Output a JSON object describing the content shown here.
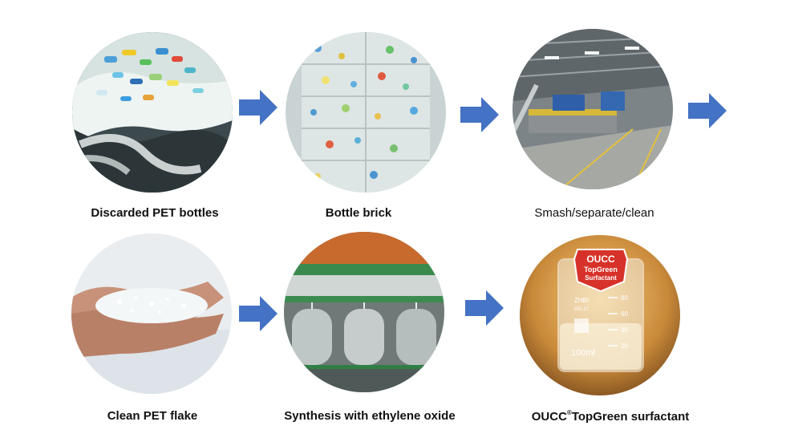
{
  "steps": [
    {
      "label": "Discarded PET bottles",
      "image": "plastic-bottles-in-waves"
    },
    {
      "label": "Bottle brick",
      "image": "compressed-bottle-bale"
    },
    {
      "label": "Smash/separate/clean",
      "image": "recycling-factory-interior"
    },
    {
      "label": "Clean PET flake",
      "image": "hands-holding-flakes"
    },
    {
      "label": "Synthesis with ethylene oxide",
      "image": "chemical-reactor-tanks"
    },
    {
      "label_prefix": "OUCC",
      "label_sup": "®",
      "label_suffix": "TopGreen surfactant",
      "image": "beaker-with-logo"
    }
  ],
  "beaker": {
    "logo_line1": "OUCC",
    "logo_line2": "TopGreen",
    "logo_line3": "Surfactant",
    "brand": "ZHBI",
    "model": "GG-17",
    "volume": "100ml",
    "tick_80": "80",
    "tick_60": "60",
    "tick_40": "40",
    "tick_20": "20"
  },
  "colors": {
    "arrow": "#4472C4",
    "text": "#111111"
  }
}
